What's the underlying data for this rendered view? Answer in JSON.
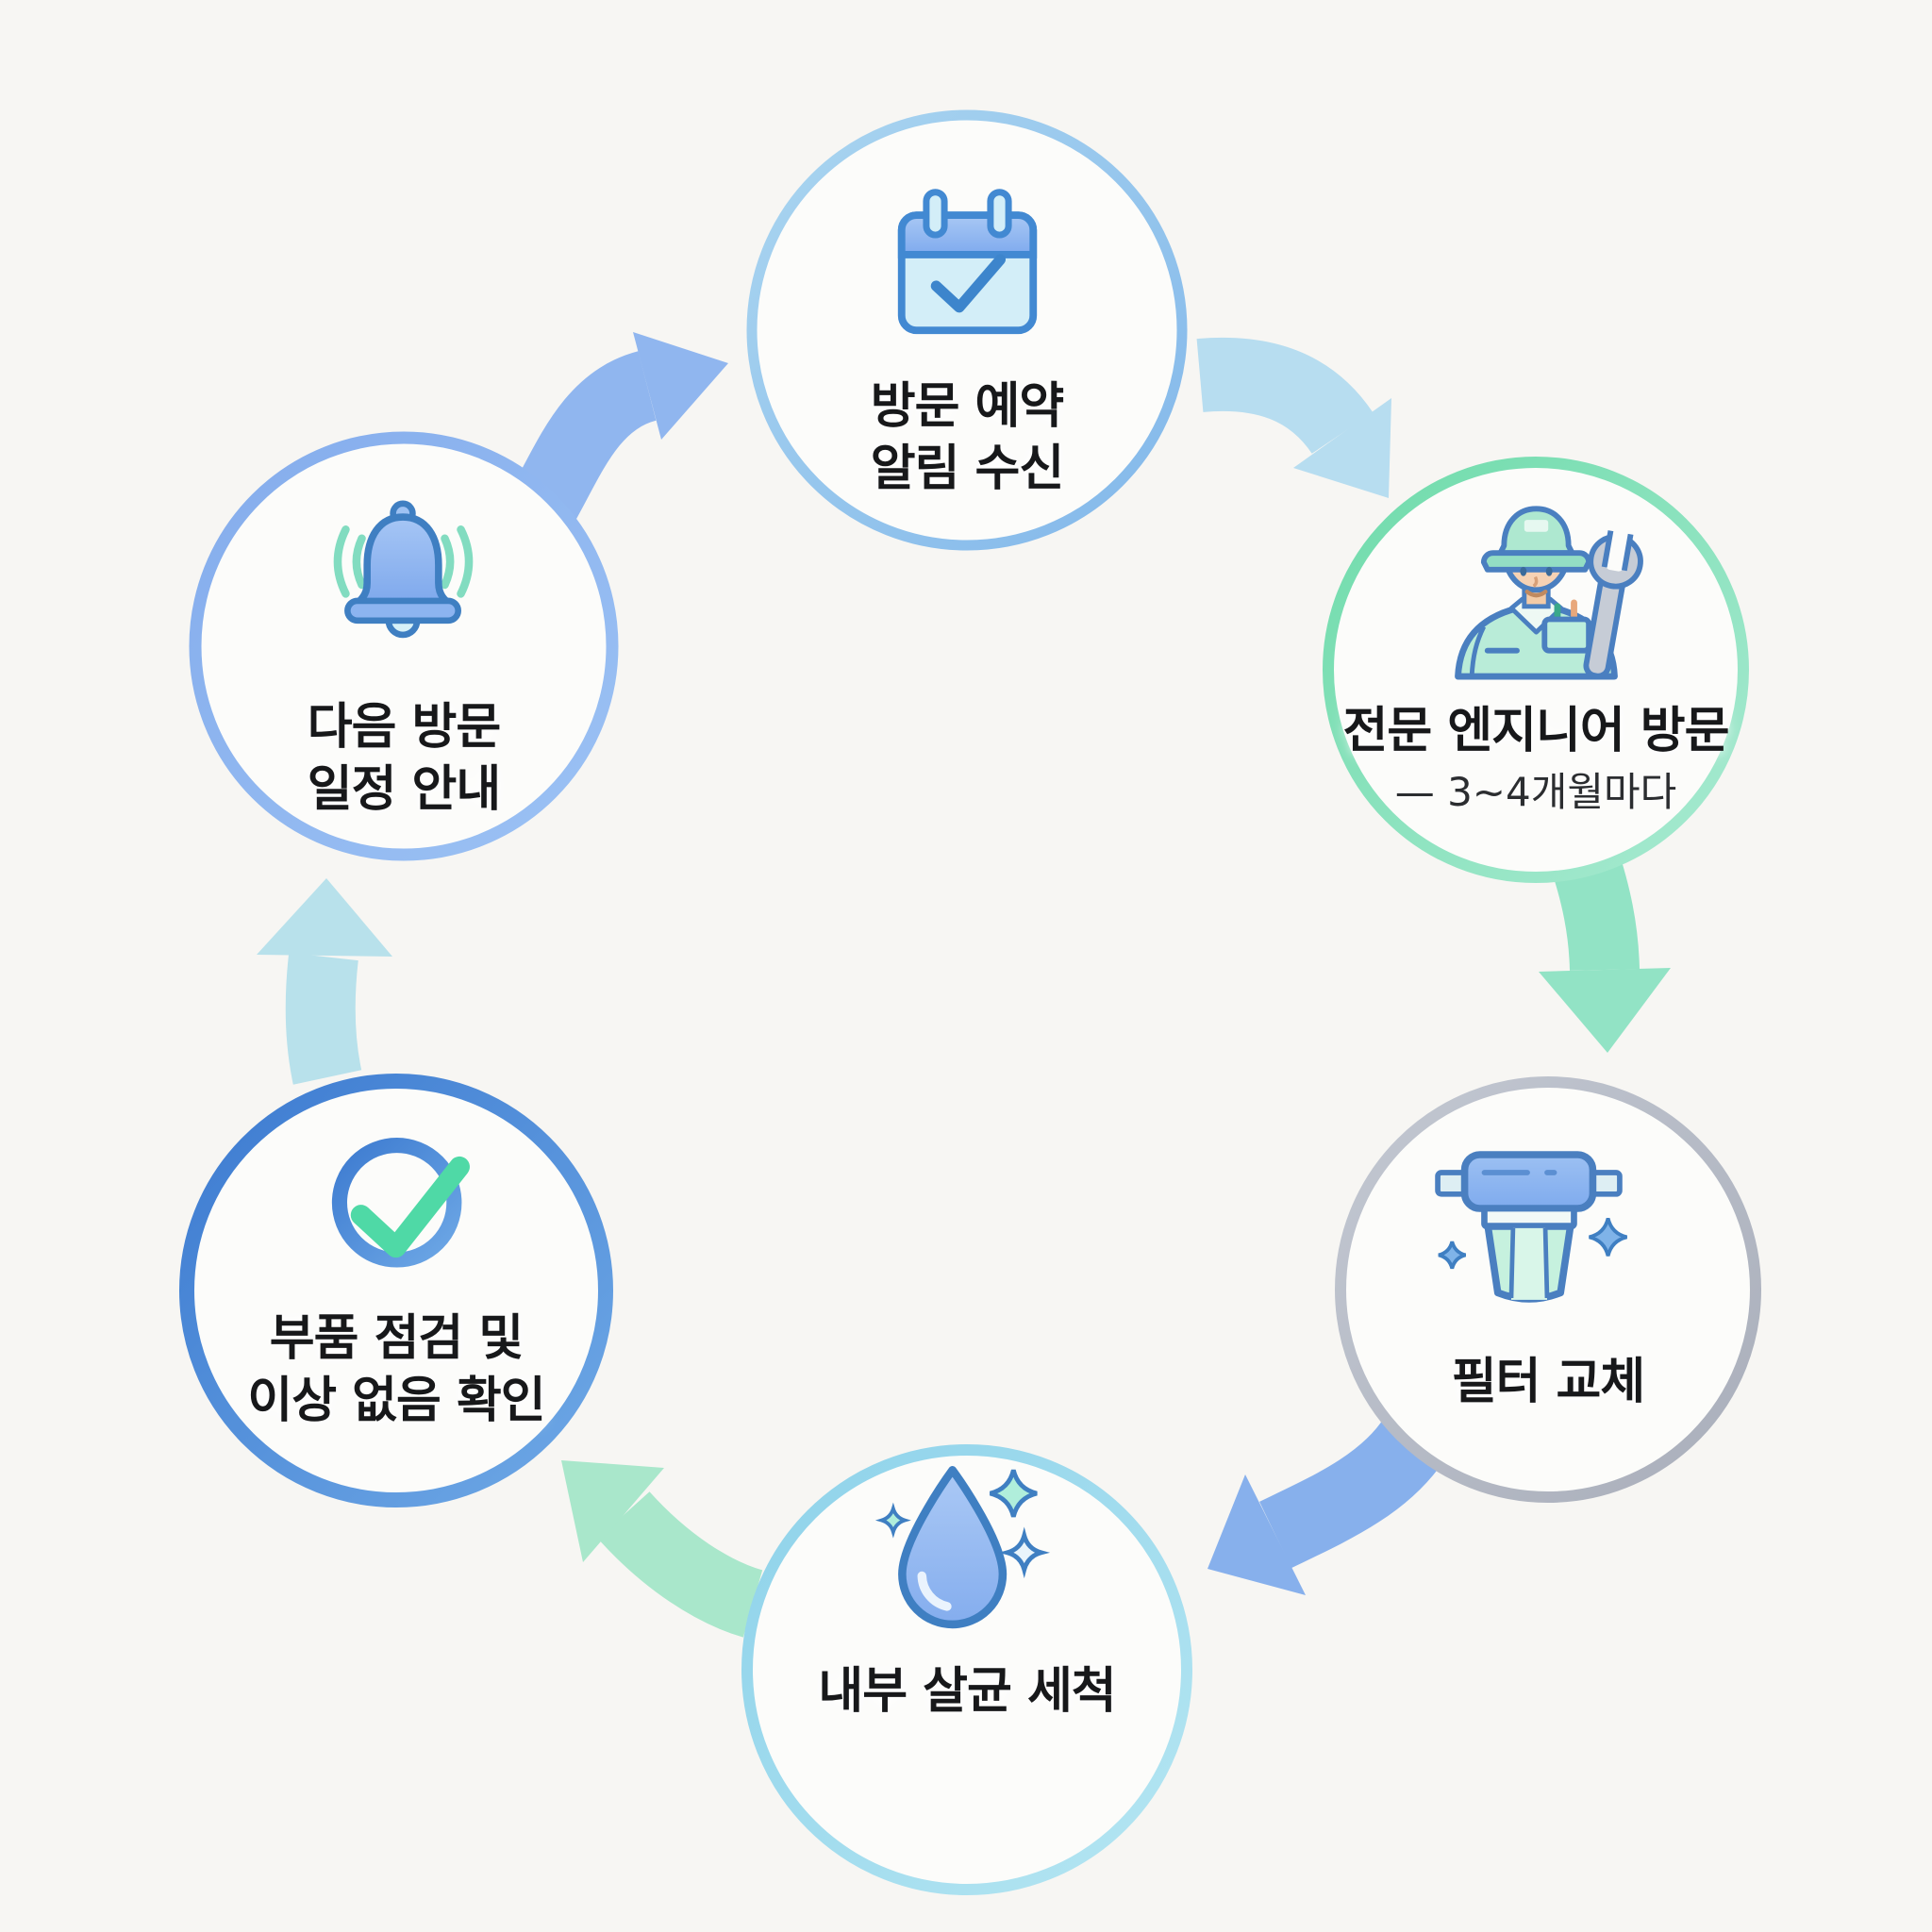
{
  "diagram": {
    "type": "cycle",
    "background": "#f7f6f3",
    "text_color": "#17181a",
    "nodes": {
      "reservation": {
        "line1": "방문 예약",
        "line2": "알림 수신",
        "icon": "calendar-check-icon",
        "ring_color_start": "#abd6f0",
        "ring_color_end": "#82b7ea"
      },
      "engineer_visit": {
        "line1": "전문 엔지니어 방문",
        "sublabel": "— 3~4개월마다",
        "icon": "service-engineer-icon",
        "ring_color_start": "#6edbaa",
        "ring_color_end": "#a9ead2"
      },
      "filter_replace": {
        "line1": "필터 교체",
        "icon": "water-filter-icon",
        "ring_color_start": "#c3c8d2",
        "ring_color_end": "#a9aeba"
      },
      "internal_clean": {
        "line1": "내부 살균 세척",
        "icon": "water-drop-sparkle-icon",
        "ring_color_start": "#8ed2ea",
        "ring_color_end": "#b5e6f2"
      },
      "parts_check": {
        "line1": "부품 점검 및",
        "line2": "이상 없음 확인",
        "icon": "check-circle-icon",
        "ring_color_start": "#3c7ad0",
        "ring_color_end": "#6fa9e6"
      },
      "next_visit": {
        "line1": "다음 방문",
        "line2": "일정 안내",
        "icon": "ringing-bell-icon",
        "ring_color_start": "#84acec",
        "ring_color_end": "#9cc2f4"
      }
    },
    "arrows": [
      {
        "from": "next_visit",
        "to": "reservation",
        "color": "#90b6ef"
      },
      {
        "from": "reservation",
        "to": "engineer_visit",
        "color": "#b7ddf0"
      },
      {
        "from": "engineer_visit",
        "to": "filter_replace",
        "color": "#92e3c5"
      },
      {
        "from": "filter_replace",
        "to": "internal_clean",
        "color": "#87b0ec"
      },
      {
        "from": "internal_clean",
        "to": "parts_check",
        "color": "#a9e7cb"
      },
      {
        "from": "parts_check",
        "to": "next_visit",
        "color": "#b8e1eb"
      }
    ]
  }
}
